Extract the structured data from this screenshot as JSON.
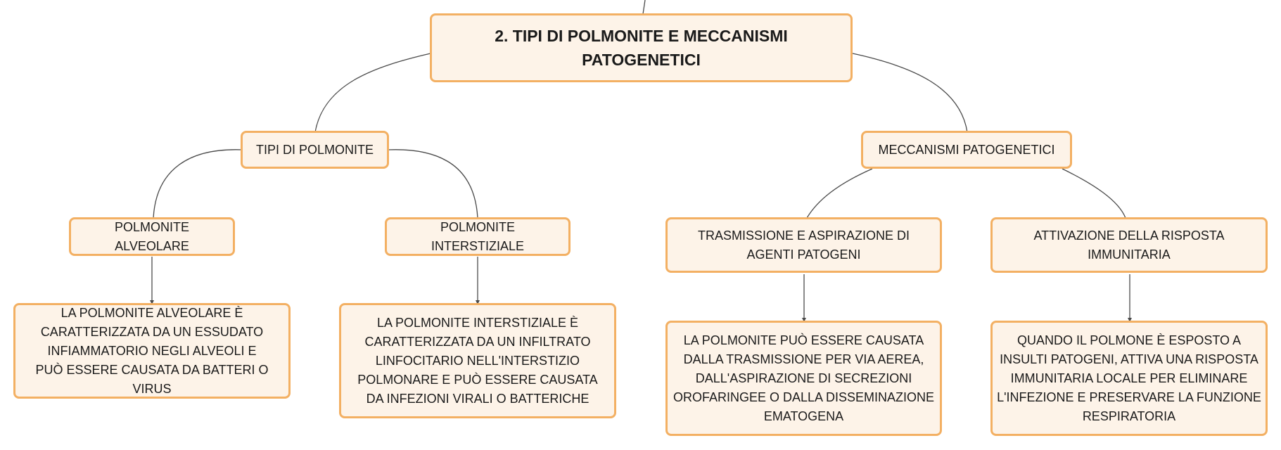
{
  "colors": {
    "node_fill": "#fdf3e8",
    "node_border": "#f3b063",
    "connector": "#4a4a4a"
  },
  "root": {
    "title": "2. TIPI DI POLMONITE E MECCANISMI PATOGENETICI"
  },
  "left": {
    "title": "TIPI DI POLMONITE",
    "children": [
      {
        "title": "POLMONITE ALVEOLARE",
        "detail": "LA POLMONITE ALVEOLARE È CARATTERIZZATA DA UN ESSUDATO INFIAMMATORIO NEGLI ALVEOLI E PUÒ ESSERE CAUSATA DA BATTERI O VIRUS"
      },
      {
        "title": "POLMONITE INTERSTIZIALE",
        "detail": "LA POLMONITE INTERSTIZIALE È CARATTERIZZATA DA UN INFILTRATO LINFOCITARIO NELL'INTERSTIZIO POLMONARE E PUÒ ESSERE CAUSATA DA INFEZIONI VIRALI O BATTERICHE"
      }
    ]
  },
  "right": {
    "title": "MECCANISMI PATOGENETICI",
    "children": [
      {
        "title": "TRASMISSIONE E ASPIRAZIONE DI AGENTI PATOGENI",
        "detail": "LA POLMONITE PUÒ ESSERE CAUSATA DALLA TRASMISSIONE PER VIA AEREA, DALL'ASPIRAZIONE DI SECREZIONI OROFARINGEE O DALLA DISSEMINAZIONE EMATOGENA"
      },
      {
        "title": "ATTIVAZIONE DELLA RISPOSTA IMMUNITARIA",
        "detail": "QUANDO IL POLMONE È ESPOSTO A INSULTI PATOGENI, ATTIVA UNA RISPOSTA IMMUNITARIA LOCALE PER ELIMINARE L'INFEZIONE E PRESERVARE LA FUNZIONE RESPIRATORIA"
      }
    ]
  }
}
